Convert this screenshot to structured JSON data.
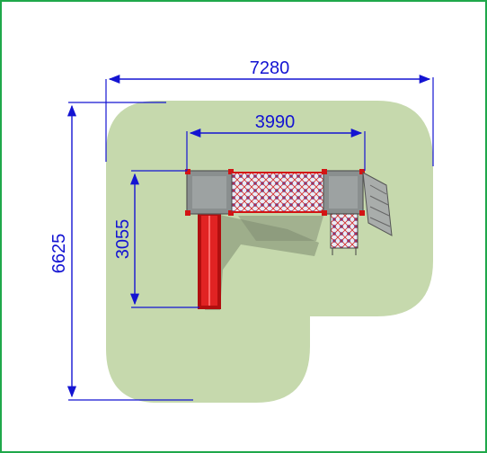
{
  "colors": {
    "frame_border": "#1fa84a",
    "safety_zone": "#c6d9ad",
    "dimension_line": "#1414d2",
    "slide": "#d31414",
    "deck": "#8a8f8f",
    "net_blue": "#2436b8",
    "net_red": "#d32a2a"
  },
  "dimensions": {
    "overall_width": "7280",
    "module_width": "3990",
    "overall_depth": "6625",
    "module_depth": "3055"
  }
}
